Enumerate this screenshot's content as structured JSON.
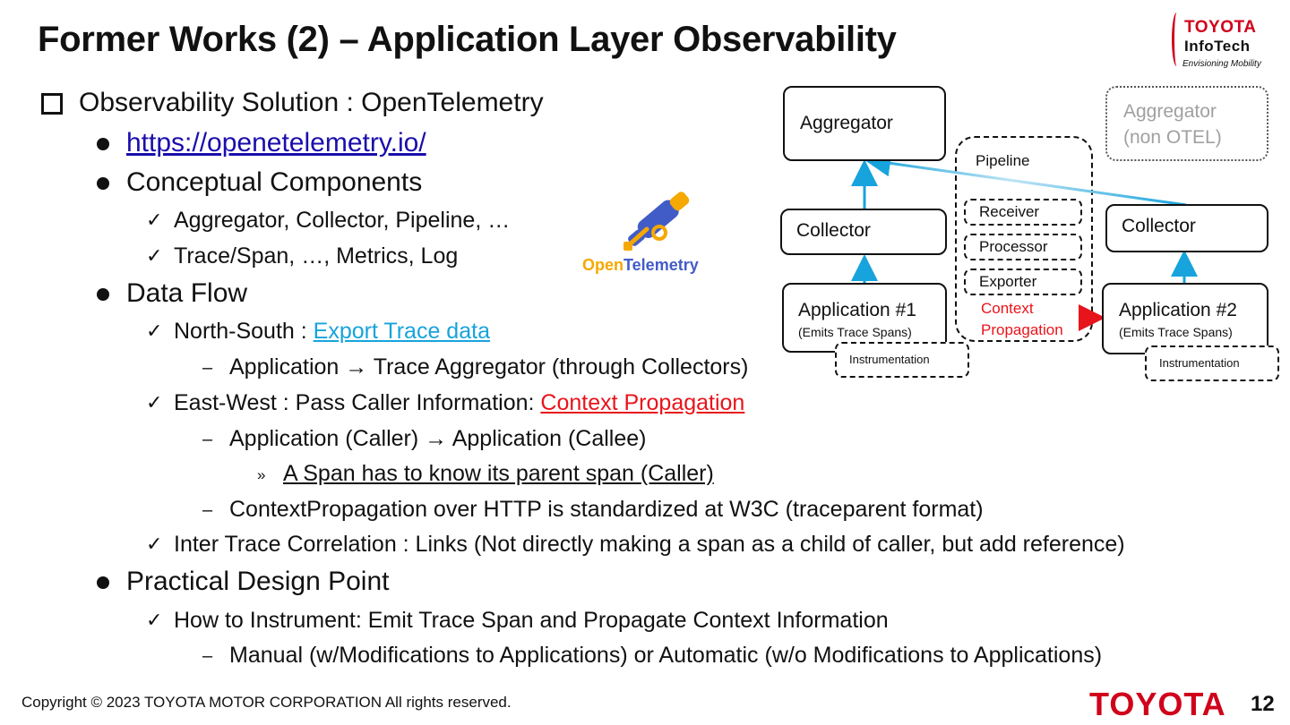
{
  "slide": {
    "title": "Former Works (2) – Application Layer Observability",
    "page_number": "12",
    "copyright": "Copyright ©  2023 TOYOTA MOTOR CORPORATION All rights reserved.",
    "footer_brand": "TOYOTA"
  },
  "logo": {
    "line1": "TOYOTA",
    "line2": "InfoTech",
    "line3": "Envisioning Mobility",
    "brand_color": "#d0021b"
  },
  "otel_logo": {
    "word_open": "Open",
    "word_telemetry": "Telemetry"
  },
  "content": {
    "l1": "Observability Solution : OpenTelemetry",
    "link": "https://openetelemetry.io/",
    "conceptual": "Conceptual Components",
    "cc1": "Aggregator, Collector, Pipeline, …",
    "cc2": "Trace/Span, …, Metrics, Log",
    "dataflow": "Data Flow",
    "ns_prefix": "North-South : ",
    "ns_link": "Export Trace data",
    "ns_sub": "Application →  Trace Aggregator (through Collectors)",
    "ew_prefix": "East-West : Pass Caller Information: ",
    "ew_link": "Context Propagation",
    "ew_sub1": "Application (Caller) → Application (Callee)",
    "ew_sub1a": "A Span has to know its parent span (Caller)",
    "ew_sub2": "ContextPropagation over HTTP is standardized at W3C (traceparent format)",
    "itc": "Inter Trace Correlation : Links (Not directly making a span as a child of caller, but add reference)",
    "pdp": "Practical Design Point",
    "pdp1": "How to Instrument: Emit Trace Span and Propagate Context Information",
    "pdp1a": "Manual (w/Modifications to Applications) or Automatic (w/o Modifications to Applications)"
  },
  "diagram": {
    "aggregator": "Aggregator",
    "aggregator_non_otel_1": "Aggregator",
    "aggregator_non_otel_2": "(non OTEL)",
    "pipeline": "Pipeline",
    "receiver": "Receiver",
    "processor": "Processor",
    "exporter": "Exporter",
    "collector1": "Collector",
    "collector2": "Collector",
    "app1": "Application #1",
    "app1_sub": "(Emits Trace Spans)",
    "app2": "Application #2",
    "app2_sub": "(Emits Trace Spans)",
    "instr1": "Instrumentation",
    "instr2": "Instrumentation",
    "ctx1": "Context",
    "ctx2": "Propagation",
    "arrow_color": "#17a3dc",
    "ctx_color": "#e8141b"
  }
}
